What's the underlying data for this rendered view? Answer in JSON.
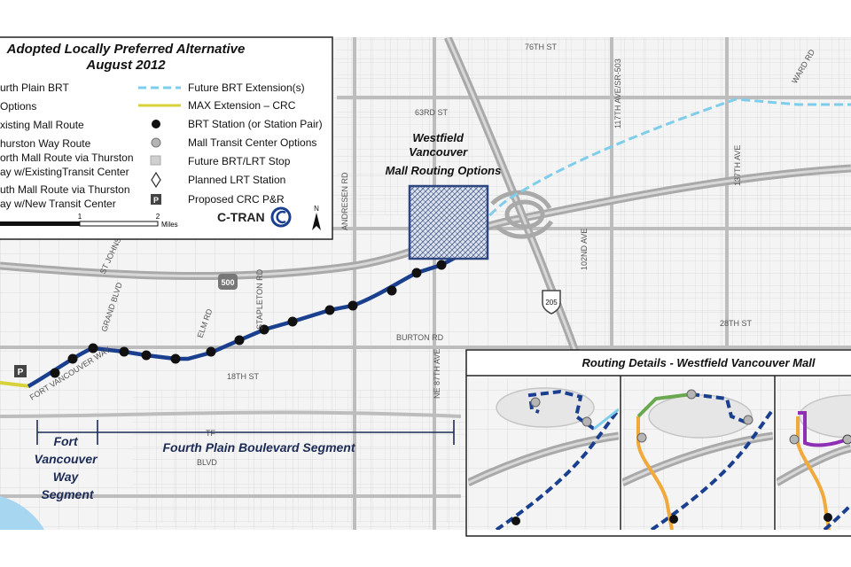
{
  "legend": {
    "title_line1": "Adopted Locally Preferred Alternative",
    "title_line2": "August 2012",
    "items_left": [
      "urth Plain BRT",
      "Options",
      "xisting Mall Route",
      "hurston Way Route",
      "orth Mall Route via Thurston",
      "ay w/ExistingTransit Center",
      "uth Mall Route via Thurston",
      "ay w/New Transit Center"
    ],
    "items_right": [
      "Future BRT Extension(s)",
      "MAX Extension – CRC",
      "BRT Station (or Station Pair)",
      "Mall Transit Center Options",
      "Future BRT/LRT Stop",
      "Planned LRT Station",
      "Proposed CRC P&R"
    ],
    "scale_1": "1",
    "scale_2": "2",
    "scale_unit": "Miles",
    "north": "N",
    "brand": "C-TRAN"
  },
  "labels": {
    "westfield": [
      "Westfield",
      "Vancouver",
      "Mall Routing Options"
    ],
    "fort_segment": [
      "Fort",
      "Vancouver",
      "Way",
      "Segment"
    ],
    "fourth_segment": "Fourth Plain Boulevard Segment",
    "routing_details": "Routing Details - Westfield Vancouver Mall"
  },
  "streets": {
    "s76": "76TH ST",
    "s63": "63RD ST",
    "s28": "28TH ST",
    "s18": "18TH ST",
    "burton": "BURTON RD",
    "andresen": "ANDRESEN RD",
    "stapleton": "STAPLETON RD",
    "grand": "GRAND BLVD",
    "elm": "ELM RD",
    "fvw": "FORT VANCOUVER WAY",
    "stjohns": "ST JOHNS",
    "ne87": "NE 87TH AVE",
    "ave117": "117TH AVE/SR-503",
    "ave137": "137TH AVE",
    "ave102": "102ND AVE",
    "ward": "WARD RD",
    "blvd": "BLVD",
    "tf": "TF",
    "i205": "205",
    "r500": "500",
    "pr": "P"
  },
  "colors": {
    "brt": "#1a3f8f",
    "extension": "#7ecdea",
    "max": "#d8d23a",
    "existing_mall": "#6aa84f",
    "thurston": "#f2a93b",
    "south_mall": "#8e2fb6",
    "station": "#111111",
    "transit_center": "#b5b5b5"
  }
}
